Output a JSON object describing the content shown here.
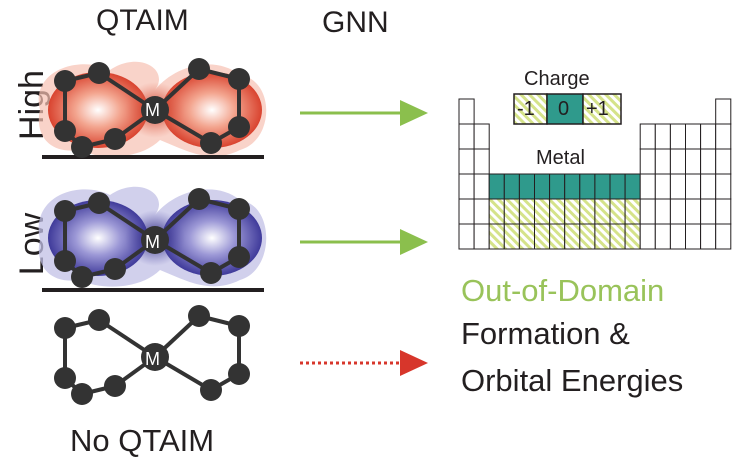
{
  "headers": {
    "qtaim": "QTAIM",
    "gnn": "GNN"
  },
  "rows": {
    "high": "High",
    "low": "Low",
    "none": "No QTAIM"
  },
  "molecule": {
    "metal_label": "M"
  },
  "periodic_table": {
    "charge_title": "Charge",
    "charges": [
      "-1",
      "0",
      "+1"
    ],
    "metal_title": "Metal"
  },
  "outputs": {
    "out_of_domain": "Out-of-Domain",
    "line1": "Formation &",
    "line2": "Orbital Energies"
  },
  "colors": {
    "high_field": "#e0533f",
    "low_field": "#3d3892",
    "arrow_green": "#8bbf4d",
    "arrow_red": "#d7362b",
    "teal": "#2f9a8c",
    "hatch": "#d5e38a",
    "atom": "#333333"
  }
}
